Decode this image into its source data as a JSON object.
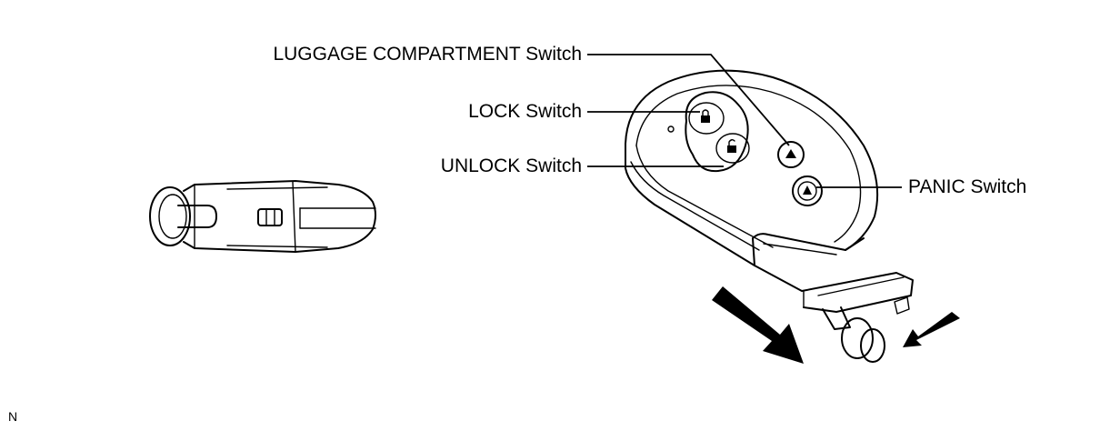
{
  "figure": {
    "callouts": {
      "luggage": "LUGGAGE COMPARTMENT Switch",
      "lock": "LOCK Switch",
      "unlock": "UNLOCK Switch",
      "panic": "PANIC Switch"
    },
    "corner_code": "N"
  },
  "icons": {
    "side_view": "key-fob-side-view",
    "top_view": "key-fob-perspective-view",
    "pull_arrow": "pull-direction-arrow",
    "small_arrow": "small-direction-arrow"
  }
}
